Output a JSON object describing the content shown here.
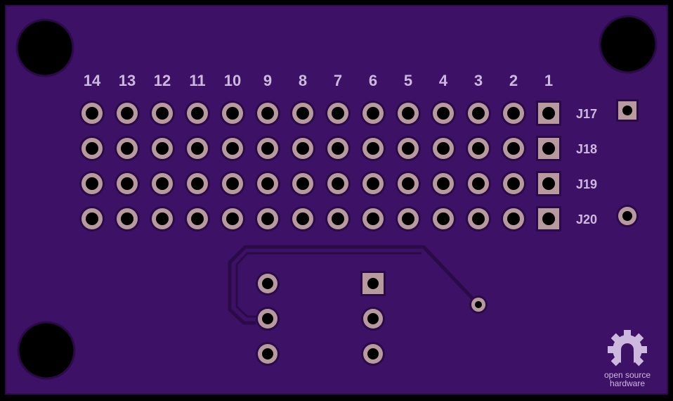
{
  "board": {
    "colors": {
      "background": "#000000",
      "board": "#3d1266",
      "board_edge": "#2d0a4e",
      "pad_copper": "#b89a9e",
      "pad_mask": "#2b0a48",
      "drill": "#000000",
      "trace": "#2b0a48",
      "silkscreen": "#cdb8de"
    },
    "column_numbers": [
      "14",
      "13",
      "12",
      "11",
      "10",
      "9",
      "8",
      "7",
      "6",
      "5",
      "4",
      "3",
      "2",
      "1"
    ],
    "row_labels": [
      "J17",
      "J18",
      "J19",
      "J20"
    ],
    "logo": {
      "icon": "open-source-hardware-gear-icon",
      "line1": "open source",
      "line2": "hardware"
    }
  }
}
